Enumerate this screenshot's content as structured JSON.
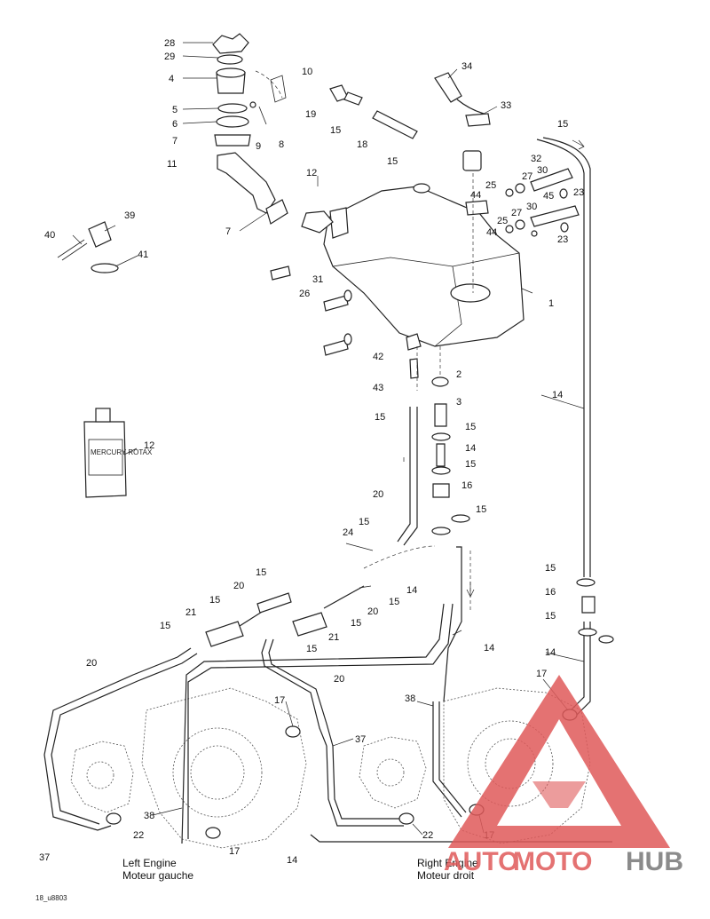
{
  "callouts": {
    "c28": "28",
    "c29": "29",
    "c4": "4",
    "c5": "5",
    "c6": "6",
    "c7a": "7",
    "c11": "11",
    "c10": "10",
    "c9": "9",
    "c8": "8",
    "c7b": "7",
    "c12a": "12",
    "c40": "40",
    "c39": "39",
    "c41": "41",
    "c34": "34",
    "c19": "19",
    "c33": "33",
    "c15a": "15",
    "c15b": "15",
    "c18": "18",
    "c15c": "15",
    "c32": "32",
    "c30a": "30",
    "c27a": "27",
    "c25a": "25",
    "c44a": "44",
    "c45": "45",
    "c23a": "23",
    "c30b": "30",
    "c27b": "27",
    "c25b": "25",
    "c44b": "44",
    "c23b": "23",
    "c1": "1",
    "c31": "31",
    "c26": "26",
    "c42": "42",
    "c43": "43",
    "c2": "2",
    "c3": "3",
    "c15d": "15",
    "c15e": "15",
    "c14a": "14",
    "c15f": "15",
    "c16a": "16",
    "c15g": "15",
    "c12b": "12",
    "c20a": "20",
    "c15h": "15",
    "c24": "24",
    "c14b": "14",
    "c15i": "15",
    "c20b": "20",
    "c15j": "15",
    "c21a": "21",
    "c15k": "15",
    "c15l": "15",
    "c20c": "20",
    "c15m": "15",
    "c21b": "21",
    "c15n": "15",
    "c14c": "14",
    "c14d": "14",
    "c15o": "15",
    "c16b": "16",
    "c15p": "15",
    "c14e": "14",
    "c20d": "20",
    "c20e": "20",
    "c17a": "17",
    "c37a": "37",
    "c38a": "38",
    "c17b": "17",
    "c22a": "22",
    "c37b": "37",
    "c14f": "14",
    "c17c": "17",
    "c38b": "38",
    "c22b": "22",
    "c17d": "17"
  },
  "captions": {
    "left_engine_en": "Left Engine",
    "left_engine_fr": "Moteur gauche",
    "right_engine_en": "Right Engine",
    "right_engine_fr": "Moteur droit"
  },
  "bottle_label": "MERCURY ROTAX",
  "drawing_code": "18_u8803",
  "watermark": {
    "part1": "AUTO",
    "part2": "MOTO",
    "part3": "HUB"
  },
  "colors": {
    "logo_red": "#e05a5a",
    "logo_gray": "#777777",
    "line": "#222222"
  }
}
